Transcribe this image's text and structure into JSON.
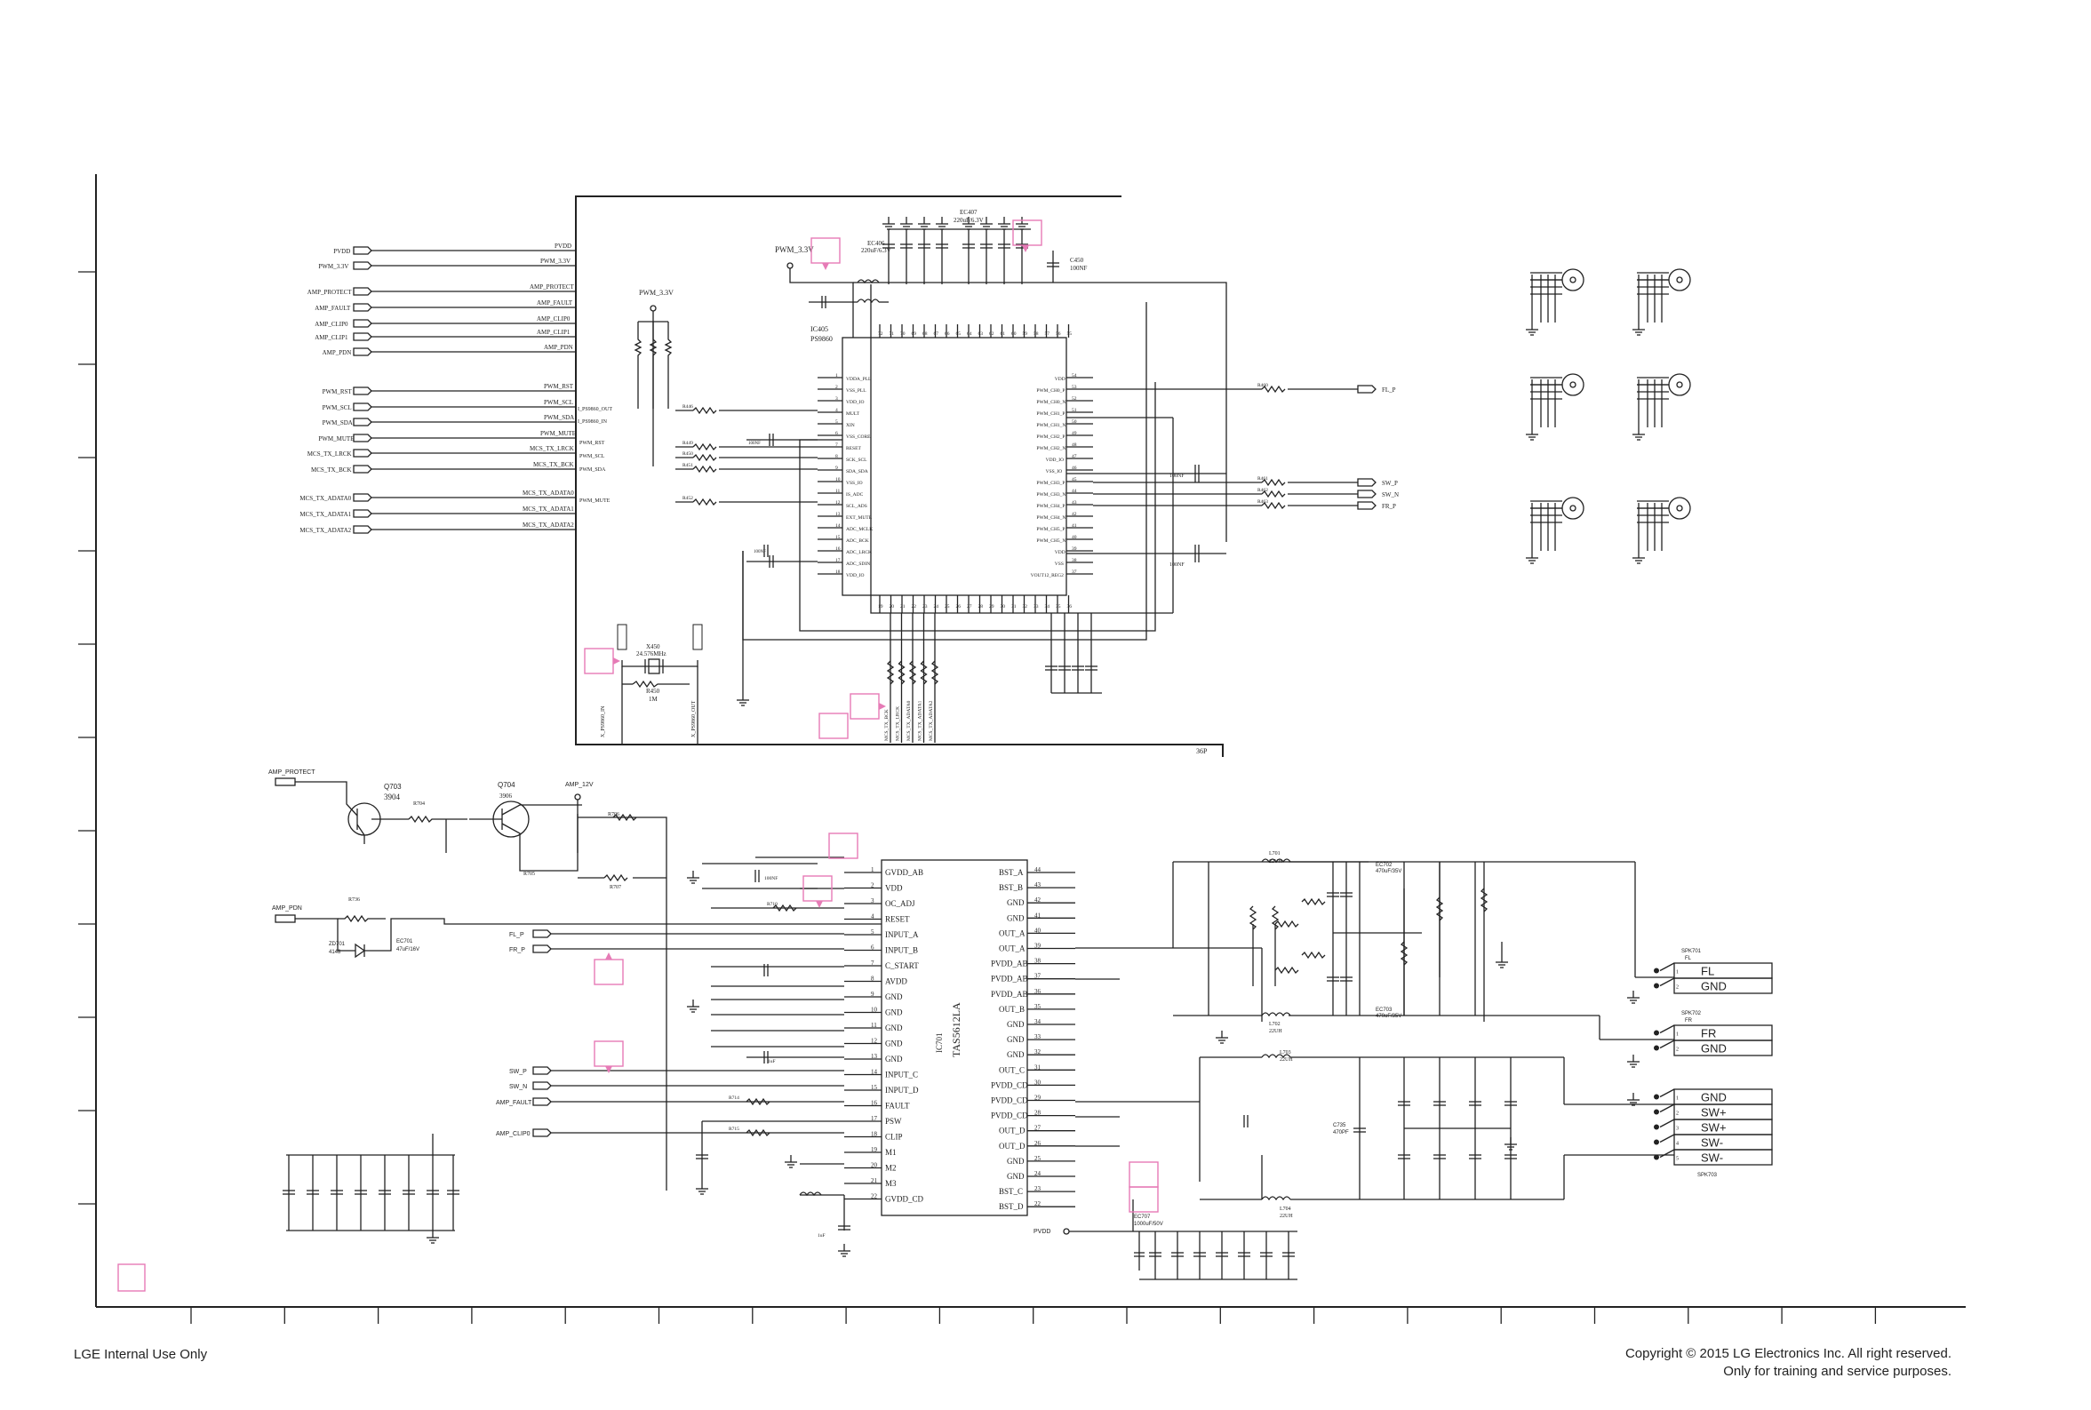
{
  "footer": {
    "left": "LGE Internal Use Only",
    "right_line1": "Copyright © 2015 LG Electronics Inc. All right reserved.",
    "right_line2": "Only for training and service purposes."
  },
  "left_connectors": [
    "PVDD",
    "PWM_3.3V",
    "AMP_PROTECT",
    "AMP_FAULT",
    "AMP_CLIP0",
    "AMP_CLIP1",
    "AMP_PDN",
    "PWM_RST",
    "PWM_SCL",
    "PWM_SDA",
    "PWM_MUTE",
    "MCS_TX_LRCK",
    "MCS_TX_BCK",
    "MCS_TX_ADATA0",
    "MCS_TX_ADATA1",
    "MCS_TX_ADATA2"
  ],
  "pwm_chip": {
    "ref": "IC405",
    "part": "PS9860",
    "pwm_label": "PWM_3.3V",
    "cap_ref": "EC407",
    "cap_val": "220uF/6.3V",
    "cap2_ref": "EC406",
    "cap2_val": "220uF/6.3V",
    "c450": "C450",
    "c450_val": "100NF",
    "crystal_ref": "X450",
    "crystal_val": "24.576MHz",
    "r450": "R450",
    "r450_val": "1M",
    "left_pins": [
      "VDDA_PLL",
      "VSS_PLL",
      "VDD_IO",
      "MULT",
      "XIN",
      "VSS_CORE",
      "RESET",
      "SCK_SCL",
      "SDA_SDA",
      "VSS_IO",
      "IS_ADC",
      "SCL_ADS",
      "EXT_MUTE",
      "ADC_MCLK",
      "ADC_BCK",
      "ADC_LRCK",
      "ADC_SDIN",
      "VDD_IO"
    ],
    "right_pins": [
      "VDD",
      "PWM_CH0_P",
      "PWM_CH0_N",
      "PWM_CH1_P",
      "PWM_CH1_N",
      "PWM_CH2_P",
      "PWM_CH2_N",
      "VDD_IO",
      "VSS_IO",
      "PWM_CH3_P",
      "PWM_CH3_N",
      "PWM_CH4_P",
      "PWM_CH4_N",
      "PWM_CH5_P",
      "PWM_CH5_N",
      "VDD",
      "VSS",
      "VOUT12_REG2"
    ],
    "outputs": [
      "FL_P",
      "SW_P",
      "SW_N",
      "FR_P"
    ],
    "net_labels": [
      "PWM_RST",
      "PWM_SCL",
      "PWM_SDA",
      "PWM_MUTE",
      "I_PS9860_OUT",
      "I_PS9860_IN",
      "X_PS9860_IN",
      "X_PS9860_OUT"
    ],
    "bottom_nets": [
      "MCS_TX_BCK",
      "MCS_TX_LRCK",
      "MCS_TX_ADATA0",
      "MCS_TX_ADATA1",
      "MCS_TX_ADATA2"
    ],
    "sheet_tag": "36P"
  },
  "amp": {
    "ref": "IC701",
    "part": "TAS5612LA",
    "left_pins": [
      "GVDD_AB",
      "VDD",
      "OC_ADJ",
      "RESET",
      "INPUT_A",
      "INPUT_B",
      "C_START",
      "AVDD",
      "GND",
      "GND",
      "GND",
      "GND",
      "GND",
      "INPUT_C",
      "INPUT_D",
      "FAULT",
      "PSW",
      "CLIP",
      "M1",
      "M2",
      "M3",
      "GVDD_CD"
    ],
    "left_nums": [
      "1",
      "2",
      "3",
      "4",
      "5",
      "6",
      "7",
      "8",
      "9",
      "10",
      "11",
      "12",
      "13",
      "14",
      "15",
      "16",
      "17",
      "18",
      "19",
      "20",
      "21",
      "22"
    ],
    "right_pins": [
      "BST_A",
      "BST_B",
      "GND",
      "GND",
      "OUT_A",
      "OUT_A",
      "PVDD_AB",
      "PVDD_AB",
      "PVDD_AB",
      "OUT_B",
      "GND",
      "GND",
      "GND",
      "OUT_C",
      "PVDD_CD",
      "PVDD_CD",
      "PVDD_CD",
      "OUT_D",
      "OUT_D",
      "GND",
      "GND",
      "BST_C",
      "BST_D"
    ],
    "right_nums": [
      "44",
      "43",
      "42",
      "41",
      "40",
      "39",
      "38",
      "37",
      "36",
      "35",
      "34",
      "33",
      "32",
      "31",
      "30",
      "29",
      "28",
      "27",
      "26",
      "25",
      "24",
      "23",
      "22"
    ],
    "inputs": [
      "AMP_PROTECT",
      "AMP_PDN",
      "FL_P",
      "FR_P",
      "SW_P",
      "SW_N",
      "AMP_FAULT",
      "AMP_CLIP0"
    ],
    "q703": "Q703",
    "q703_part": "3904",
    "q704": "Q704",
    "q704_part": "3906",
    "amp12v": "AMP_12V",
    "zd701": "ZD701",
    "zd701_part": "4148",
    "ec701": "EC701",
    "ec701_val": "47uF/16V",
    "pvdd": "PVDD",
    "ec707": "EC707",
    "ec707_val": "1000uF/50V"
  },
  "output_filter": {
    "l701": "L701",
    "l702": "L702",
    "l703": "L703",
    "l704": "L704",
    "l_val": "22UH",
    "ec702": "EC702",
    "ec703": "EC703",
    "ec_val": "470uF/35V",
    "c735": "C735",
    "c735_val": "470PF"
  },
  "speakers": {
    "fl_ref": "SPK701",
    "fl_sub": "FL",
    "fl_pins": [
      "FL",
      "GND"
    ],
    "fr_ref": "SPK702",
    "fr_sub": "FR",
    "fr_pins": [
      "FR",
      "GND"
    ],
    "sw_ref": "SPK703",
    "sw_pins": [
      "GND",
      "SW+",
      "SW+",
      "SW-",
      "SW-"
    ]
  }
}
